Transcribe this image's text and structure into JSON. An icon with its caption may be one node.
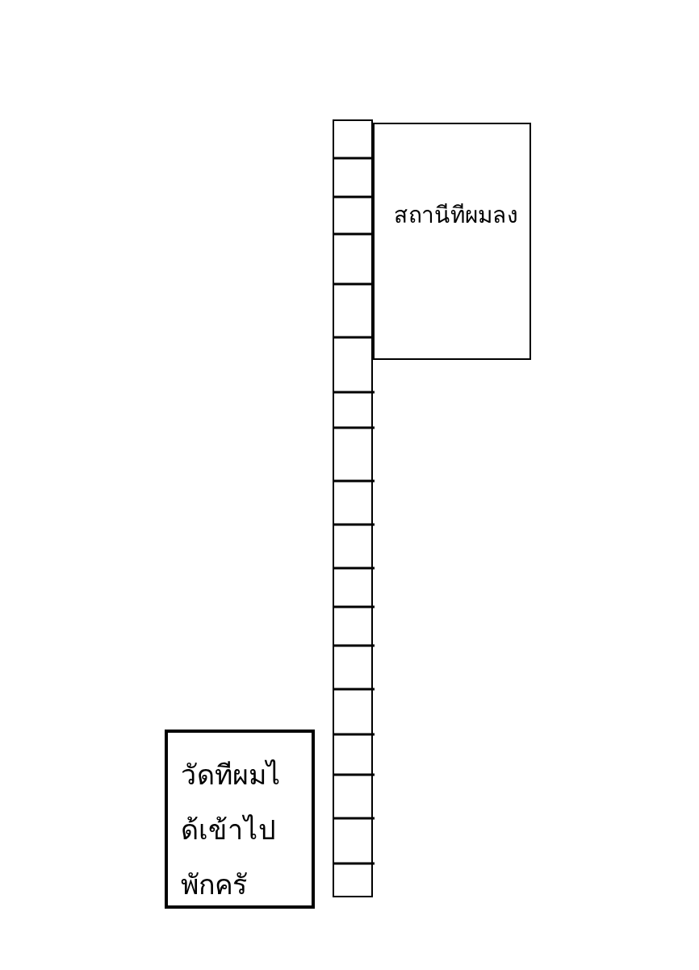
{
  "diagram": {
    "nodes": [
      {
        "text": [],
        "shape": "bar"
      },
      {
        "text": [
          "สถานีทีผมลง"
        ]
      },
      {
        "text": [
          "วัดทีผมได้เข้าไปพักครั"
        ]
      }
    ]
  }
}
